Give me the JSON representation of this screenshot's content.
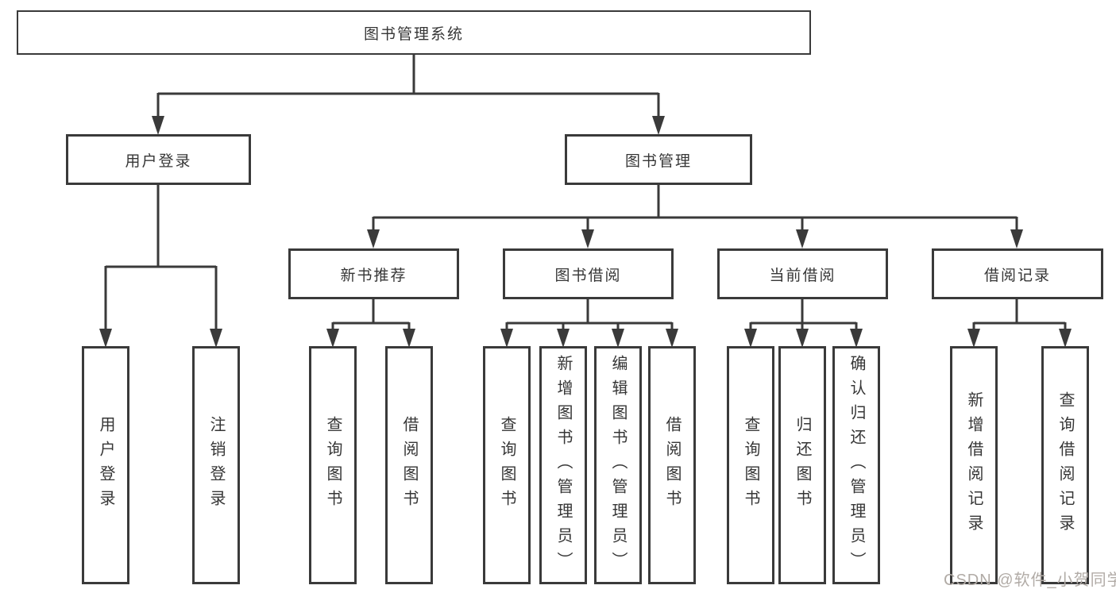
{
  "diagram": {
    "title": "图书管理系统",
    "root": {
      "label": "图书管理系统"
    },
    "level2": {
      "user_login": {
        "label": "用户登录"
      },
      "book_mgmt": {
        "label": "图书管理"
      }
    },
    "level3": {
      "new_book": {
        "label": "新书推荐"
      },
      "book_borrow": {
        "label": "图书借阅"
      },
      "current_borrow": {
        "label": "当前借阅"
      },
      "borrow_record": {
        "label": "借阅记录"
      }
    },
    "leaves": {
      "user_login": {
        "label": "用户登录"
      },
      "logout": {
        "label": "注销登录"
      },
      "nb_query": {
        "label": "查询图书"
      },
      "nb_borrow": {
        "label": "借阅图书"
      },
      "bb_query": {
        "label": "查询图书"
      },
      "bb_add": {
        "label": "新增图书（管理员）"
      },
      "bb_edit": {
        "label": "编辑图书（管理员）"
      },
      "bb_borrow": {
        "label": "借阅图书"
      },
      "cb_query": {
        "label": "查询图书"
      },
      "cb_return": {
        "label": "归还图书"
      },
      "cb_confirm": {
        "label": "确认归还（管理员）"
      },
      "br_add": {
        "label": "新增借阅记录"
      },
      "br_query": {
        "label": "查询借阅记录"
      }
    }
  },
  "watermark": {
    "text": "CSDN @软件_小贺同学"
  },
  "colors": {
    "line": "#3a3a3a",
    "text": "#363636",
    "box_background": "#ffffff",
    "watermark": "#b1aba6"
  }
}
